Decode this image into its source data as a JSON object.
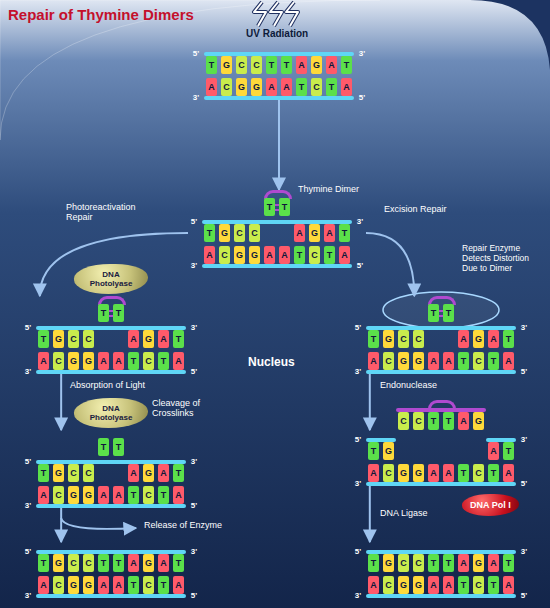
{
  "diagram": {
    "title": "Repair of Thymine Dimers",
    "nodes": [
      {
        "text": [
          "5'",
          "3'",
          "3'",
          "5'",
          "T",
          "G",
          "C",
          "C",
          "T",
          "T",
          "A",
          "G",
          "A",
          "T",
          "A",
          "C",
          "G",
          "G",
          "A",
          "A",
          "T",
          "C",
          "T",
          "A"
        ]
      },
      {
        "text": [
          "5'",
          "3'",
          "3'",
          "5'",
          "T",
          "G",
          "C",
          "C",
          "T",
          "T",
          "A",
          "G",
          "A",
          "T",
          "A",
          "C",
          "G",
          "G",
          "A",
          "A",
          "T",
          "C",
          "T",
          "A"
        ]
      },
      {
        "text": [
          "5'",
          "3'",
          "3'",
          "5'",
          "T",
          "G",
          "C",
          "C",
          "T",
          "T",
          "A",
          "G",
          "A",
          "T",
          "A",
          "C",
          "G",
          "G",
          "A",
          "A",
          "T",
          "C",
          "T",
          "A"
        ]
      },
      {
        "text": [
          "DNA Photolyase"
        ]
      },
      {
        "text": [
          "5'",
          "3'",
          "3'",
          "5'",
          "T",
          "G",
          "C",
          "C",
          "T",
          "T",
          "A",
          "G",
          "A",
          "T",
          "A",
          "C",
          "G",
          "G",
          "A",
          "A",
          "T",
          "C",
          "T",
          "A"
        ]
      },
      {
        "text": [
          "5'",
          "3'",
          "3'",
          "5'",
          "T",
          "G",
          "C",
          "C",
          "T",
          "T",
          "A",
          "G",
          "A",
          "T",
          "A",
          "C",
          "G",
          "G",
          "A",
          "A",
          "T",
          "C",
          "T",
          "A"
        ]
      },
      {
        "text": [
          "DNA Photolyase"
        ]
      },
      {
        "text": [
          "5'",
          "3'",
          "3'",
          "5'",
          "T",
          "G",
          "A",
          "T",
          "A",
          "C",
          "G",
          "G",
          "A",
          "A",
          "T",
          "C",
          "T",
          "A"
        ]
      },
      {
        "text": [
          "C",
          "C",
          "T",
          "T",
          "A",
          "G"
        ]
      },
      {
        "text": [
          "DNA Pol I"
        ]
      },
      {
        "text": [
          "5'",
          "3'",
          "3'",
          "5'",
          "T",
          "G",
          "C",
          "C",
          "T",
          "T",
          "A",
          "G",
          "A",
          "T",
          "A",
          "C",
          "G",
          "G",
          "A",
          "A",
          "T",
          "C",
          "T",
          "A"
        ]
      },
      {
        "text": [
          "5'",
          "3'",
          "3'",
          "5'",
          "T",
          "G",
          "C",
          "C",
          "T",
          "T",
          "A",
          "G",
          "A",
          "T",
          "A",
          "C",
          "G",
          "G",
          "A",
          "A",
          "T",
          "C",
          "T",
          "A"
        ]
      }
    ],
    "edges": [
      {
        "from": 0,
        "to": 1,
        "arrow": "to"
      },
      {
        "from": 1,
        "to": 2,
        "label": "Photoreactivation Repair",
        "arrow": "to"
      },
      {
        "from": 1,
        "to": 4,
        "label": "Excision Repair",
        "arrow": "to"
      },
      {
        "from": 2,
        "to": 5,
        "label": "Absorption of Light",
        "arrow": "to"
      },
      {
        "from": 5,
        "to": 10,
        "label": "Release of Enzyme",
        "arrow": "to"
      },
      {
        "from": 4,
        "to": 7,
        "label": "Endonuclease",
        "arrow": "to"
      },
      {
        "from": 7,
        "to": 11,
        "label": "DNA Ligase",
        "arrow": "to"
      }
    ],
    "labels": [
      "UV Radiation",
      "Thymine Dimer",
      "Repair Enzyme Detects Distortion Due to Dimer",
      "Cleavage of Crosslinks",
      "Nucleus"
    ]
  }
}
